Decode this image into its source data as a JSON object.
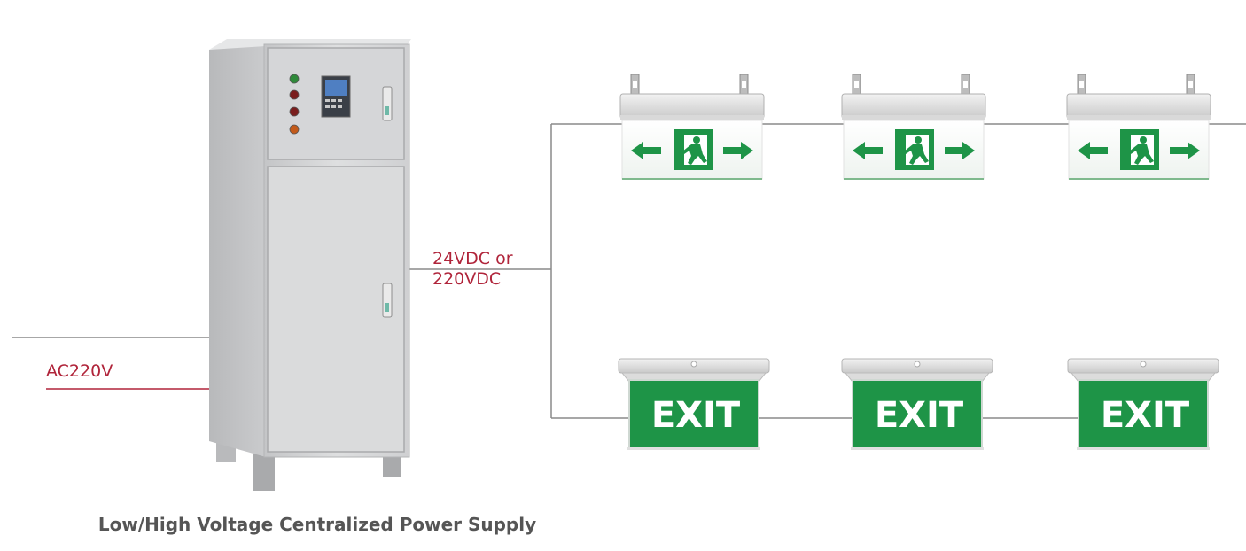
{
  "labels": {
    "ac_input": "AC220V",
    "dc_output_line1": "24VDC or",
    "dc_output_line2": "220VDC"
  },
  "caption": "Low/High Voltage Centralized Power Supply",
  "exit_sign_text": "EXIT",
  "colors": {
    "label_red": "#b0243a",
    "sign_green": "#1e9447",
    "cabinet_grey": "#d6d7d8",
    "wire_grey": "#8a8a8a",
    "caption_grey": "#555555"
  },
  "cabinet": {
    "indicator_lights": [
      "green",
      "red",
      "red",
      "orange"
    ],
    "display": "lcd-controller-display"
  },
  "directional_signs": [
    {
      "icon": "running-man-exit-icon",
      "arrows": [
        "arrow-left-icon",
        "arrow-right-icon"
      ]
    },
    {
      "icon": "running-man-exit-icon",
      "arrows": [
        "arrow-left-icon",
        "arrow-right-icon"
      ]
    },
    {
      "icon": "running-man-exit-icon",
      "arrows": [
        "arrow-left-icon",
        "arrow-right-icon"
      ]
    }
  ],
  "exit_signs": [
    {
      "text_ref": "exit_sign_text"
    },
    {
      "text_ref": "exit_sign_text"
    },
    {
      "text_ref": "exit_sign_text"
    }
  ]
}
